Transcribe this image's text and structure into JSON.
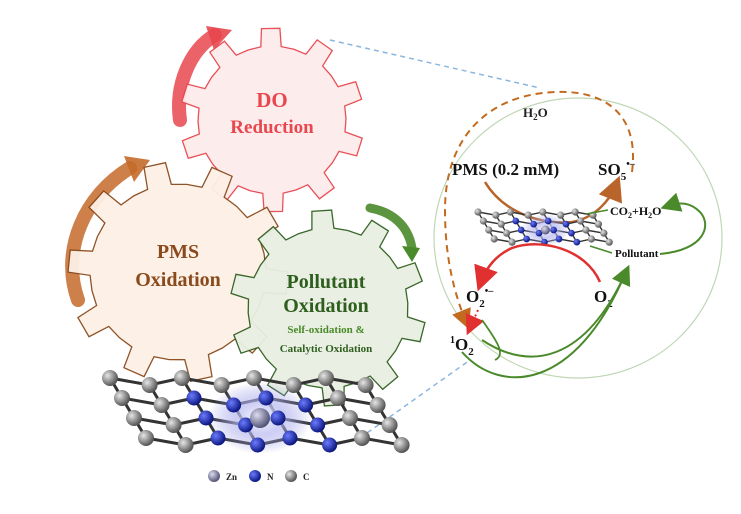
{
  "gears": {
    "do_reduction": {
      "line1": "DO",
      "line2": "Reduction",
      "color": "#e8474f",
      "fill": "#fdecec"
    },
    "pms_oxidation": {
      "line1": "PMS",
      "line2": "Oxidation",
      "color": "#8a4a1c",
      "fill": "#fdf0e6"
    },
    "pollutant_oxidation": {
      "line1": "Pollutant",
      "line2": "Oxidation",
      "sub1": "Self-oxidation &",
      "sub2": "Catalytic Oxidation",
      "color": "#2f5f1f",
      "fill": "#e8efe2"
    }
  },
  "legend": {
    "zn": "Zn",
    "n": "N",
    "c": "C"
  },
  "mechanism": {
    "h2o": "H",
    "h2o_sub": "2",
    "h2o_tail": "O",
    "pms": "PMS (0.2 mM)",
    "so5": "SO",
    "so5_sub": "5",
    "so5_sup": "•–",
    "co2": "CO",
    "co2_sub": "2",
    "co2_mid": "+H",
    "co2_sub2": "2",
    "co2_tail": "O",
    "pollutant": "Pollutant",
    "superoxide": "O",
    "superoxide_sub": "2",
    "superoxide_sup": "•–",
    "o2": "O",
    "o2_sub": "2",
    "singlet_sup": "1",
    "singlet": "O",
    "singlet_sub": "2"
  },
  "colors": {
    "brown_arrow": "#b8642a",
    "red_arrow": "#e8474f",
    "green_arrow": "#4a8a2a",
    "dashed_blue": "#8ab6e0",
    "circle_dash": "#c46a1e",
    "zn": "#8c8ca8",
    "n": "#1f2fb0",
    "c": "#8a8a8a"
  }
}
